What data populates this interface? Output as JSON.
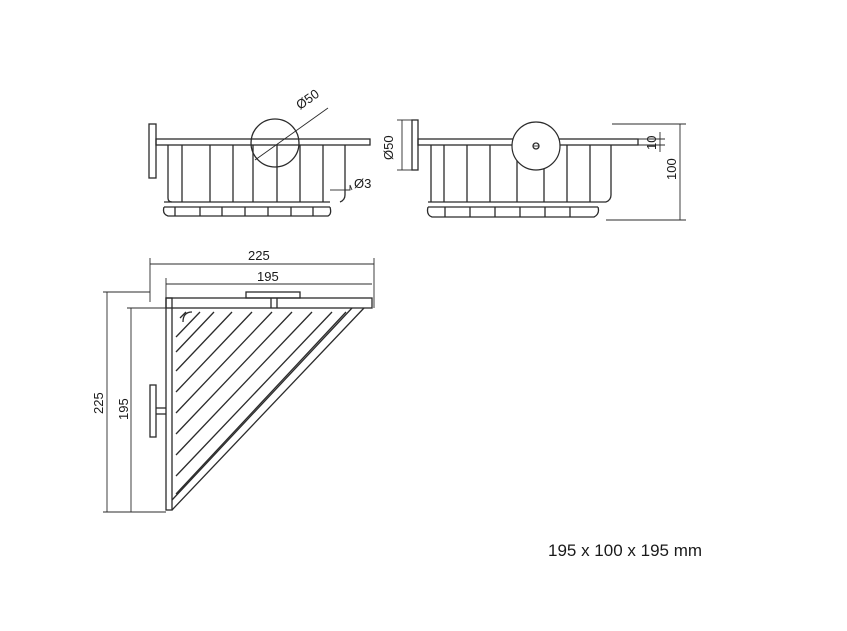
{
  "front_view": {
    "diameter_label": "Ø50",
    "wire_label": "Ø3"
  },
  "side_view": {
    "diameter_label": "Ø50",
    "thickness_label": "10",
    "height_label": "100"
  },
  "top_view": {
    "outer_width_label": "225",
    "inner_width_label": "195",
    "outer_depth_label": "225",
    "inner_depth_label": "195"
  },
  "caption": "195 x 100 x 195 mm"
}
